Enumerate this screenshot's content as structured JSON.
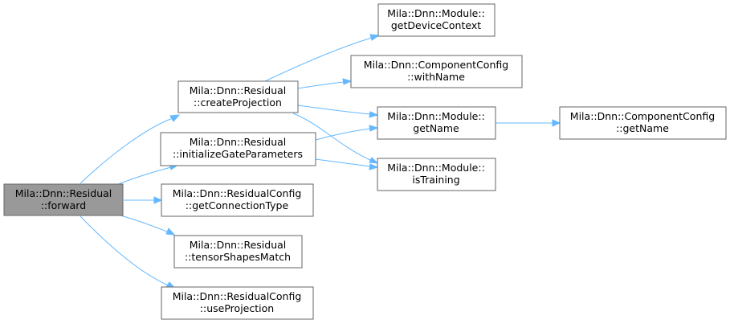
{
  "nodes": {
    "forward": {
      "line1": "Mila::Dnn::Residual",
      "line2": "::forward"
    },
    "createProjection": {
      "line1": "Mila::Dnn::Residual",
      "line2": "::createProjection"
    },
    "initializeGateParameters": {
      "line1": "Mila::Dnn::Residual",
      "line2": "::initializeGateParameters"
    },
    "getConnectionType": {
      "line1": "Mila::Dnn::ResidualConfig",
      "line2": "::getConnectionType"
    },
    "tensorShapesMatch": {
      "line1": "Mila::Dnn::Residual",
      "line2": "::tensorShapesMatch"
    },
    "useProjection": {
      "line1": "Mila::Dnn::ResidualConfig",
      "line2": "::useProjection"
    },
    "getDeviceContext": {
      "line1": "Mila::Dnn::Module::",
      "line2": "getDeviceContext"
    },
    "withName": {
      "line1": "Mila::Dnn::ComponentConfig",
      "line2": "::withName"
    },
    "moduleGetName": {
      "line1": "Mila::Dnn::Module::",
      "line2": "getName"
    },
    "isTraining": {
      "line1": "Mila::Dnn::Module::",
      "line2": "isTraining"
    },
    "configGetName": {
      "line1": "Mila::Dnn::ComponentConfig",
      "line2": "::getName"
    }
  },
  "colors": {
    "edge": "#63b8ff",
    "root_fill": "#999999",
    "box_stroke": "#666666"
  }
}
